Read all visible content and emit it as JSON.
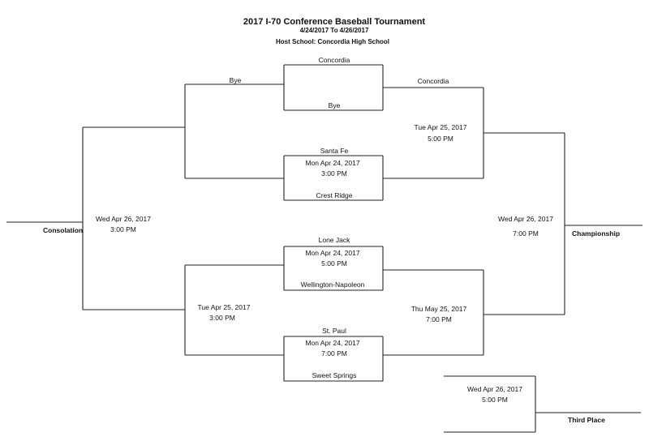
{
  "header": {
    "title": "2017 I-70 Conference Baseball Tournament",
    "dates": "4/24/2017 To 4/26/2017",
    "host": "Host School:  Concordia High School"
  },
  "games": {
    "game1": {
      "top": "Concordia",
      "bottom": "Bye"
    },
    "game2": {
      "top": "Santa Fe",
      "date": "Mon Apr 24, 2017",
      "time": "3:00 PM",
      "bottom": "Crest Ridge"
    },
    "game3": {
      "top": "Lone Jack",
      "date": "Mon Apr 24, 2017",
      "time": "5:00 PM",
      "bottom": "Wellington-Napoleon"
    },
    "game4": {
      "top": "St. Paul",
      "date": "Mon Apr 24, 2017",
      "time": "7:00 PM",
      "bottom": "Sweet Springs"
    }
  },
  "left": {
    "bye": "Bye",
    "semi": {
      "date": "Tue Apr 25, 2017",
      "time": "3:00 PM"
    },
    "consolation_game": {
      "date": "Wed Apr 26, 2017",
      "time": "3:00 PM"
    },
    "consolation_label": "Consolation"
  },
  "right": {
    "concordia": "Concordia",
    "semi1": {
      "date": "Tue Apr 25, 2017",
      "time": "5:00 PM"
    },
    "semi2": {
      "date": "Thu May 25, 2017",
      "time": "7:00 PM"
    },
    "championship_game": {
      "date": "Wed Apr 26, 2017",
      "time": "7:00 PM"
    },
    "championship_label": "Championship"
  },
  "third_place": {
    "date": "Wed Apr 26, 2017",
    "time": "5:00 PM",
    "label": "Third Place"
  }
}
